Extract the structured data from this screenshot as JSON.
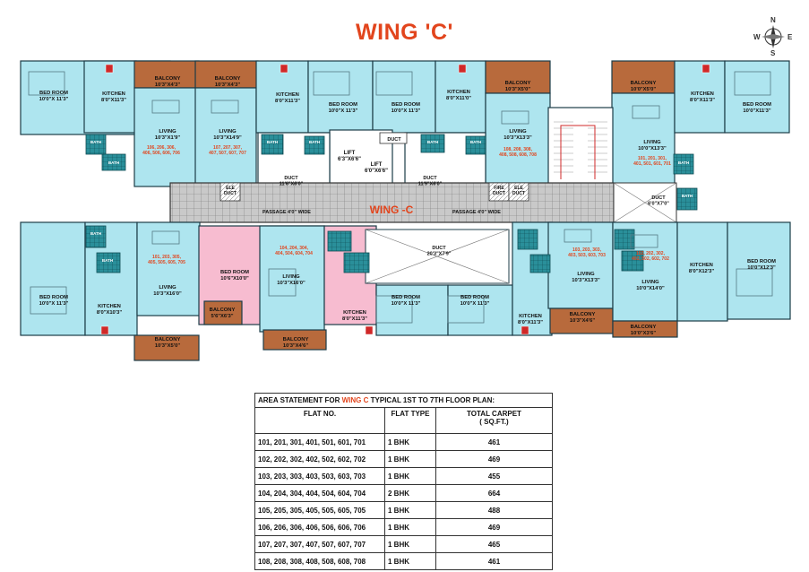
{
  "title": "WING 'C'",
  "compass": {
    "n": "N",
    "s": "S",
    "e": "E",
    "w": "W"
  },
  "colors": {
    "title": "#e2451d",
    "room": "#aee5ef",
    "balcony": "#b86a3c",
    "pink_unit": "#f7bcd0",
    "passage": "#cccccc",
    "highlight": "#e2451d"
  },
  "plan": {
    "center_label": "WING -C",
    "passage_left": "PASSAGE 4'0\" WIDE",
    "passage_right": "PASSAGE 4'0\" WIDE",
    "lift1": "LIFT\n6'3\"X6'6\"",
    "lift2": "LIFT\n6'0\"X6'6\"",
    "duct_top": "DUCT",
    "duct_left": "DUCT\n11'6\"X6'0\"",
    "duct_right": "DUCT\n11'9\"X6'0\"",
    "duct_center": "DUCT\n20'3\"X7'9\"",
    "duct_east": "DUCT\n6'0\"X7'0\"",
    "fire_duct": "FIRE\nDUCT",
    "ele_duct_l": "ELE\nDUCT",
    "ele_duct_r": "ELE\nDUCT",
    "rooms": [
      {
        "id": "r1",
        "label": "BED ROOM\n10'0\"X 11'3\""
      },
      {
        "id": "r2",
        "label": "KITCHEN\n8'0\"X11'3\""
      },
      {
        "id": "r3",
        "label": "BALCONY\n10'3\"X4'3\""
      },
      {
        "id": "r4",
        "label": "LIVING\n10'3\"X1'9\""
      },
      {
        "id": "r5",
        "label": "BALCONY\n10'3\"X4'3\""
      },
      {
        "id": "r6",
        "label": "LIVING\n10'3\"X14'9\""
      },
      {
        "id": "r7",
        "label": "KITCHEN\n8'0\"X11'3\""
      },
      {
        "id": "r8",
        "label": "BED ROOM\n10'0\"X 11'3\""
      },
      {
        "id": "r9",
        "label": "BED ROOM\n10'0\"X 11'3\""
      },
      {
        "id": "r10",
        "label": "KITCHEN\n8'0\"X11'0\""
      },
      {
        "id": "r11",
        "label": "BALCONY\n10'3\"X5'0\""
      },
      {
        "id": "r12",
        "label": "LIVING\n10'3\"X13'3\""
      },
      {
        "id": "r13",
        "label": "BALCONY\n10'0\"X5'0\""
      },
      {
        "id": "r14",
        "label": "KITCHEN\n8'0\"X11'3\""
      },
      {
        "id": "r15",
        "label": "BED ROOM\n10'0\"X11'3\""
      },
      {
        "id": "r16",
        "label": "LIVING\n10'0\"X13'3\""
      },
      {
        "id": "r17",
        "label": "BED ROOM\n10'0\"X 11'3\""
      },
      {
        "id": "r18",
        "label": "KITCHEN\n8'0\"X10'3\""
      },
      {
        "id": "r19",
        "label": "LIVING\n10'3\"X16'0\""
      },
      {
        "id": "r20",
        "label": "BALCONY\n10'3\"X5'0\""
      },
      {
        "id": "r21",
        "label": "BED ROOM\n10'6\"X10'0\""
      },
      {
        "id": "r22",
        "label": "BALCONY\n5'6\"X6'3\""
      },
      {
        "id": "r23",
        "label": "LIVING\n10'3\"X16'0\""
      },
      {
        "id": "r24",
        "label": "BALCONY\n10'3\"X4'6\""
      },
      {
        "id": "r25",
        "label": "KITCHEN\n8'0\"X11'3\""
      },
      {
        "id": "r26",
        "label": "BED ROOM\n10'0\"X 11'3\""
      },
      {
        "id": "r27",
        "label": "BED ROOM\n10'0\"X 11'3\""
      },
      {
        "id": "r28",
        "label": "KITCHEN\n8'0\"X11'3\""
      },
      {
        "id": "r29",
        "label": "LIVING\n10'3\"X13'3\""
      },
      {
        "id": "r30",
        "label": "BALCONY\n10'3\"X4'6\""
      },
      {
        "id": "r31",
        "label": "LIVING\n10'0\"X14'0\""
      },
      {
        "id": "r32",
        "label": "KITCHEN\n8'0\"X12'3\""
      },
      {
        "id": "r33",
        "label": "BED ROOM\n10'0\"X12'3\""
      },
      {
        "id": "r34",
        "label": "BALCONY\n10'0\"X3'6\""
      }
    ],
    "baths": [
      "BATH",
      "BATH",
      "BATH",
      "BATH",
      "BATH",
      "BATH",
      "BATH",
      "BATH",
      "BATH",
      "BATH"
    ],
    "flat_tags": [
      "106, 206, 306,\n406, 506, 606, 706",
      "107, 207, 307,\n407, 507, 607, 707",
      "108, 208, 308,\n408, 508, 608, 708",
      "101, 201, 301,\n401, 501, 601, 701",
      "101, 203, 305,\n405, 505, 605, 705",
      "104, 204, 304,\n404, 504, 604, 704",
      "103, 203, 303,\n403, 503, 603, 703",
      "102, 202, 302,\n402, 502, 602, 702"
    ]
  },
  "area_statement": {
    "caption_prefix": "AREA STATEMENT FOR ",
    "caption_highlight": "WING C",
    "caption_suffix": " TYPICAL 1ST  TO 7TH  FLOOR PLAN:",
    "headers": {
      "flat_no": "FLAT NO.",
      "flat_type": "FLAT TYPE",
      "carpet": "TOTAL CARPET\n( SQ.FT.)"
    },
    "rows": [
      {
        "flat_no": "101, 201, 301, 401, 501, 601, 701",
        "type": "1 BHK",
        "carpet": "461"
      },
      {
        "flat_no": "102, 202, 302, 402, 502, 602, 702",
        "type": "1 BHK",
        "carpet": "469"
      },
      {
        "flat_no": "103, 203, 303, 403, 503, 603, 703",
        "type": "1 BHK",
        "carpet": "455"
      },
      {
        "flat_no": "104, 204, 304, 404, 504, 604, 704",
        "type": "2 BHK",
        "carpet": "664"
      },
      {
        "flat_no": "105, 205, 305, 405, 505, 605, 705",
        "type": "1 BHK",
        "carpet": "488"
      },
      {
        "flat_no": "106, 206, 306, 406, 506, 606, 706",
        "type": "1 BHK",
        "carpet": "469"
      },
      {
        "flat_no": "107, 207, 307, 407, 507, 607, 707",
        "type": "1 BHK",
        "carpet": "465"
      },
      {
        "flat_no": "108, 208, 308, 408, 508, 608, 708",
        "type": "1 BHK",
        "carpet": "461"
      }
    ]
  }
}
